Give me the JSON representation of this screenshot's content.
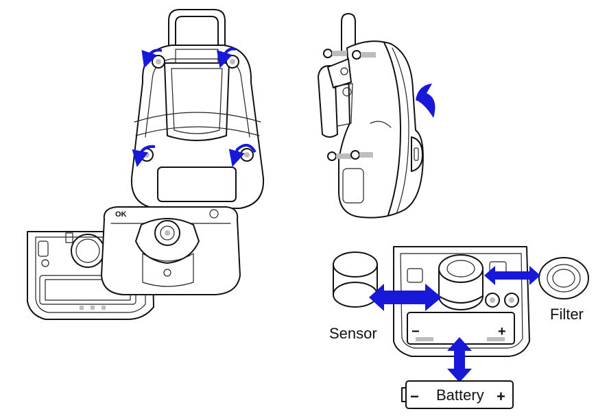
{
  "labels": {
    "sensor": "Sensor",
    "filter": "Filter",
    "battery": "Battery",
    "minus": "−",
    "plus": "+",
    "ok": "OK"
  },
  "colors": {
    "arrow": "#1818d8",
    "line": "#111111",
    "shade": "#bdbdbd"
  }
}
